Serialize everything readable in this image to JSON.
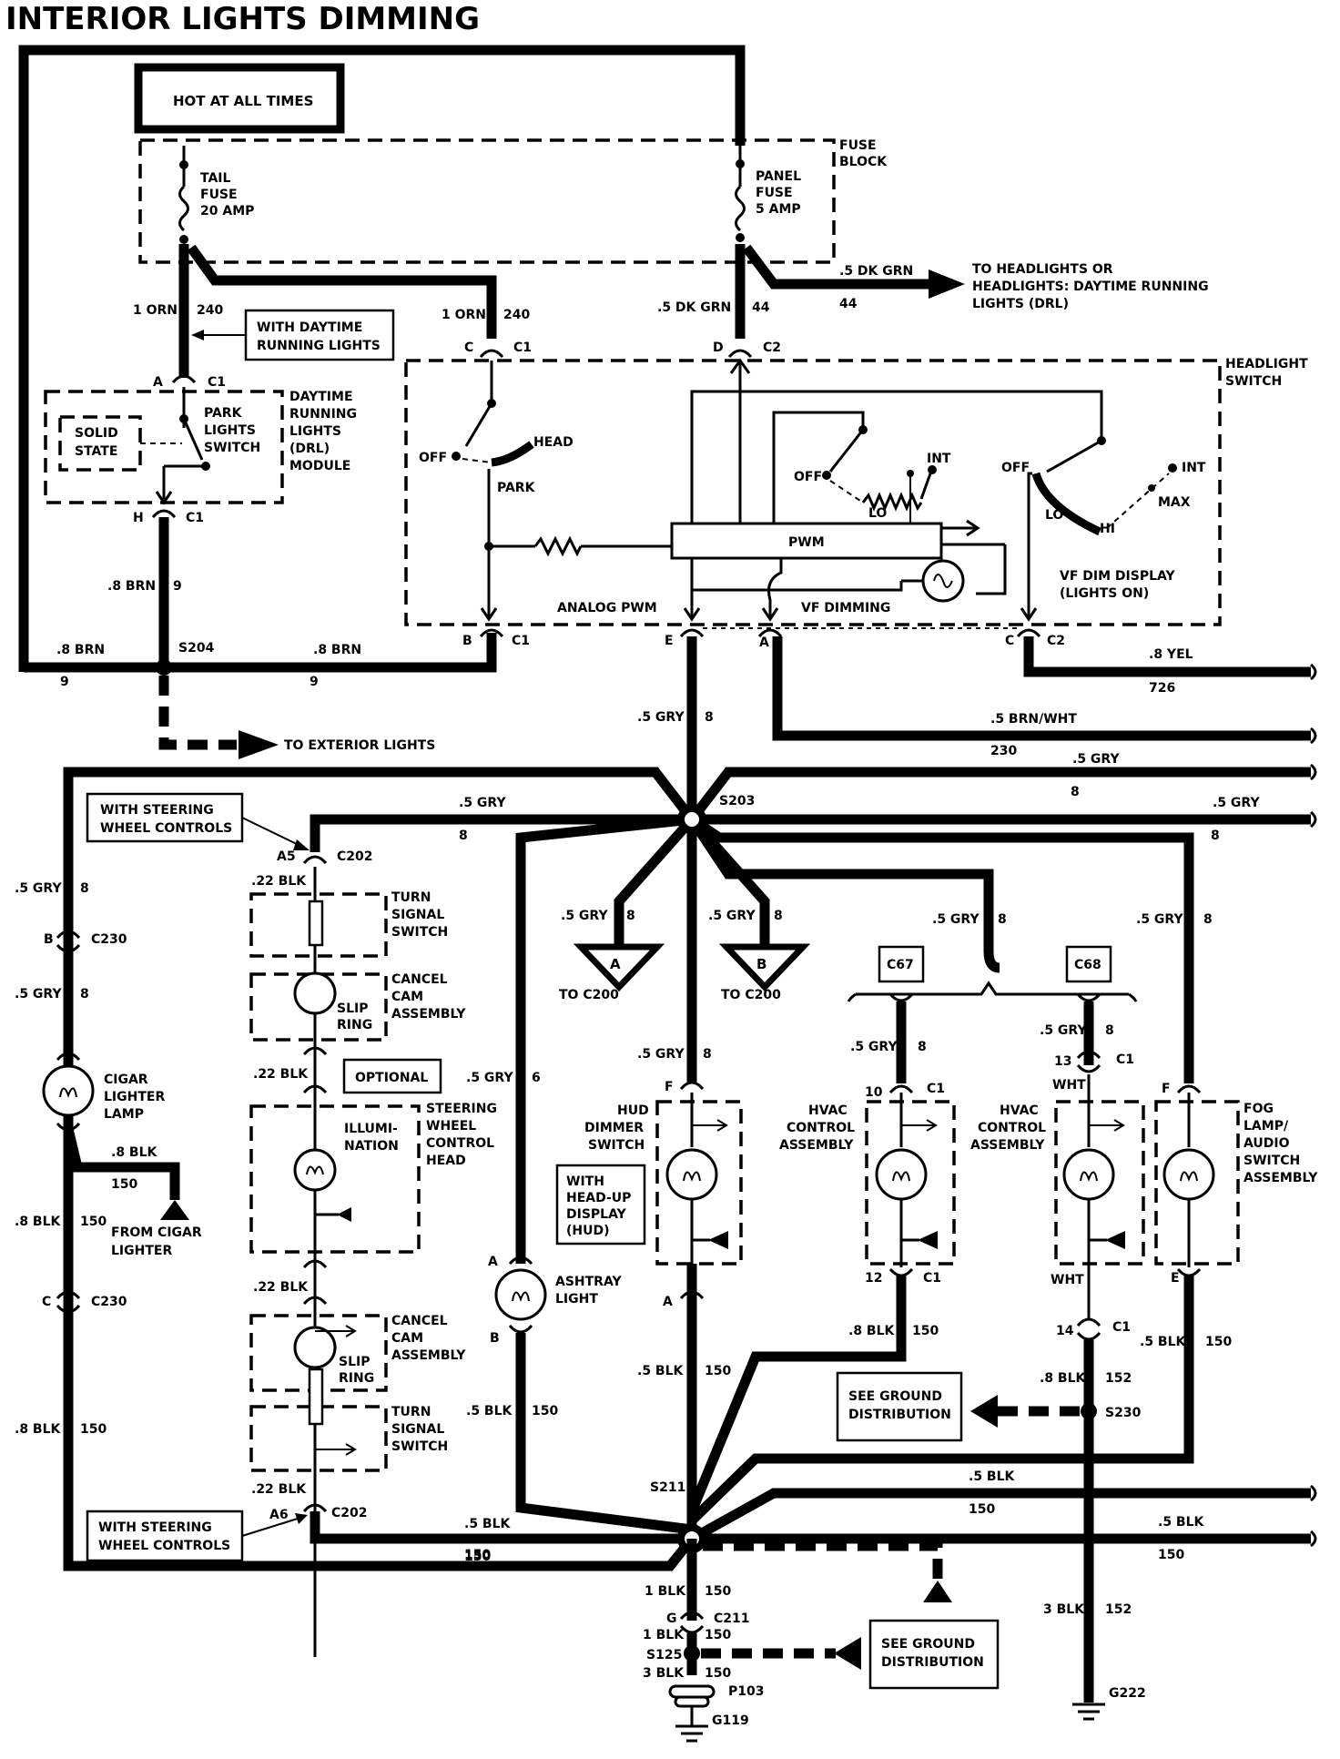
{
  "title": "INTERIOR LIGHTS DIMMING",
  "labels": {
    "hot_at_all_times": "HOT AT ALL TIMES",
    "fuse_block_1": "FUSE",
    "fuse_block_2": "BLOCK",
    "tail_fuse_1": "TAIL",
    "tail_fuse_2": "FUSE",
    "tail_fuse_3": "20 AMP",
    "panel_fuse_1": "PANEL",
    "panel_fuse_2": "FUSE",
    "panel_fuse_3": "5 AMP",
    "w_1orn_a": "1 ORN",
    "w_240_a": "240",
    "w_1orn_b": "1 ORN",
    "w_240_b": "240",
    "w_5dkgrn_a": ".5 DK GRN",
    "w_44_a": "44",
    "w_5dkgrn_b": ".5 DK GRN",
    "w_44_b": "44",
    "to_headlights_1": "TO HEADLIGHTS OR",
    "to_headlights_2": "HEADLIGHTS: DAYTIME RUNNING",
    "to_headlights_3": "LIGHTS (DRL)",
    "with_drl_1": "WITH DAYTIME",
    "with_drl_2": "RUNNING LIGHTS",
    "c_a": "C",
    "c1_a": "C1",
    "d_a": "D",
    "c2_a": "C2",
    "a_c1": "A",
    "c1_b": "C1",
    "headlight_switch_1": "HEADLIGHT",
    "headlight_switch_2": "SWITCH",
    "solid_1": "SOLID",
    "solid_2": "STATE",
    "park_sw_1": "PARK",
    "park_sw_2": "LIGHTS",
    "park_sw_3": "SWITCH",
    "drl_mod_1": "DAYTIME",
    "drl_mod_2": "RUNNING",
    "drl_mod_3": "LIGHTS",
    "drl_mod_4": "(DRL)",
    "drl_mod_5": "MODULE",
    "off_1": "OFF",
    "head": "HEAD",
    "park": "PARK",
    "off_2": "OFF",
    "int_1": "INT",
    "lo_1": "LO",
    "off_3": "OFF",
    "int_2": "INT",
    "max": "MAX",
    "lo_2": "LO",
    "hi": "HI",
    "pwm": "PWM",
    "vf_dim_1": "VF DIM DISPLAY",
    "vf_dim_2": "(LIGHTS ON)",
    "analog_pwm": "ANALOG PWM",
    "vf_dimming": "VF DIMMING",
    "h_c1": "H",
    "c1_c": "C1",
    "w_8brn_a": ".8 BRN",
    "w_9_a": "9",
    "w_8brn_b": ".8 BRN",
    "s204": "S204",
    "w_8brn_c": ".8 BRN",
    "w_9_b": "9",
    "w_9_c": "9",
    "b_c1": "B",
    "c1_d": "C1",
    "e_c1": "E",
    "a_c1b": "A",
    "c_c2": "C",
    "c2_b": "C2",
    "w_8yel": ".8 YEL",
    "w_726": "726",
    "to_exterior": "TO EXTERIOR LIGHTS",
    "w_5gry_a": ".5 GRY",
    "w_8_a": "8",
    "w_5brnwht": ".5 BRN/WHT",
    "w_230": "230",
    "w_5gry_b": ".5 GRY",
    "w_8_b": "8",
    "s203": "S203",
    "w_5gry_c": ".5 GRY",
    "w_8_c": "8",
    "w_5gry_d": ".5 GRY",
    "w_8_d": "8",
    "with_swc_1a": "WITH STEERING",
    "with_swc_1b": "WHEEL CONTROLS",
    "a5": "A5",
    "c202_a": "C202",
    "w_22blk_a": ".22 BLK",
    "turn_sig_1a": "TURN",
    "turn_sig_1b": "SIGNAL",
    "turn_sig_1c": "SWITCH",
    "cancel_cam_1a": "CANCEL",
    "cancel_cam_1b": "CAM",
    "cancel_cam_1c": "ASSEMBLY",
    "slip_1a": "SLIP",
    "slip_1b": "RING",
    "w_22blk_b": ".22 BLK",
    "optional": "OPTIONAL",
    "illum_1": "ILLUMI-",
    "illum_2": "NATION",
    "swc_head_1": "STEERING",
    "swc_head_2": "WHEEL",
    "swc_head_3": "CONTROL",
    "swc_head_4": "HEAD",
    "w_22blk_c": ".22 BLK",
    "cancel_cam_2a": "CANCEL",
    "cancel_cam_2b": "CAM",
    "cancel_cam_2c": "ASSEMBLY",
    "slip_2a": "SLIP",
    "slip_2b": "RING",
    "turn_sig_2a": "TURN",
    "turn_sig_2b": "SIGNAL",
    "turn_sig_2c": "SWITCH",
    "w_22blk_d": ".22 BLK",
    "a6": "A6",
    "c202_b": "C202",
    "with_swc_2a": "WITH STEERING",
    "with_swc_2b": "WHEEL CONTROLS",
    "w_5gry_e": ".5 GRY",
    "w_8_e": "8",
    "b_c230": "B",
    "c230_a": "C230",
    "w_5gry_f": ".5 GRY",
    "w_8_f": "8",
    "cigar_1": "CIGAR",
    "cigar_2": "LIGHTER",
    "cigar_3": "LAMP",
    "w_8blk_a": ".8 BLK",
    "w_150_a": "150",
    "from_cigar_1": "FROM CIGAR",
    "from_cigar_2": "LIGHTER",
    "w_8blk_b": ".8 BLK",
    "w_150_b": "150",
    "c_c230": "C",
    "c230_b": "C230",
    "w_8blk_c": ".8 BLK",
    "w_150_c": "150",
    "w_5gry_g": ".5 GRY",
    "w_8_g": "8",
    "a_label": "A",
    "to_c200_a": "TO C200",
    "w_5gry_h": ".5 GRY",
    "w_8_h": "8",
    "b_label": "B",
    "to_c200_b": "TO C200",
    "w_5gry_i": ".5 GRY",
    "w_8_i": "8",
    "c67": "C67",
    "c68": "C68",
    "w_5gry_j": ".5 GRY",
    "w_8_j": "8",
    "w_5gry_k": ".5 GRY",
    "w_8_k": "8",
    "w_5gry_l": ".5 GRY",
    "w_8_l": "8",
    "w_5gry_m": ".5 GRY",
    "w_8_m": "8",
    "f_hud": "F",
    "hud_1": "HUD",
    "hud_2": "DIMMER",
    "hud_3": "SWITCH",
    "with_hud_1": "WITH",
    "with_hud_2": "HEAD-UP",
    "with_hud_3": "DISPLAY",
    "with_hud_4": "(HUD)",
    "a_hud": "A",
    "n10": "10",
    "c1_hvac1": "C1",
    "hvac1_1": "HVAC",
    "hvac1_2": "CONTROL",
    "hvac1_3": "ASSEMBLY",
    "n12": "12",
    "c1_hvac1b": "C1",
    "n13": "13",
    "c1_hvac2": "C1",
    "wht_a": "WHT",
    "hvac2_1": "HVAC",
    "hvac2_2": "CONTROL",
    "hvac2_3": "ASSEMBLY",
    "wht_b": "WHT",
    "f_fog": "F",
    "fog_1": "FOG",
    "fog_2": "LAMP/",
    "fog_3": "AUDIO",
    "fog_4": "SWITCH",
    "fog_5": "ASSEMBLY",
    "e_fog": "E",
    "w_5gry_n": ".5 GRY",
    "w_6": "6",
    "a_ash": "A",
    "ashtray_1": "ASHTRAY",
    "ashtray_2": "LIGHT",
    "b_ash": "B",
    "w_5blk_a": ".5 BLK",
    "w_150_d": "150",
    "w_5blk_b": ".5 BLK",
    "w_150_e": "150",
    "w_8blk_d": ".8 BLK",
    "w_150_f": "150",
    "n14": "14",
    "c1_e": "C1",
    "w_5blk_c": ".5 BLK",
    "w_150_g": "150",
    "w_8blk_e": ".8 BLK",
    "w_152_a": "152",
    "see_gnd_1a": "SEE GROUND",
    "see_gnd_1b": "DISTRIBUTION",
    "s230": "S230",
    "s211": "S211",
    "w_5blk_d": ".5 BLK",
    "w_150_h": "150",
    "w_5blk_e": ".5 BLK",
    "w_150_i": "150",
    "w_5blk_f": ".5 BLK",
    "w_150_j": "150",
    "w_1blk_a": "1 BLK",
    "w_150_k": "150",
    "g_c211": "G",
    "c211": "C211",
    "w_1blk_b": "1 BLK",
    "w_150_l": "150",
    "s125": "S125",
    "w_3blk_a": "3 BLK",
    "w_150_m": "150",
    "p103": "P103",
    "g119": "G119",
    "see_gnd_2a": "SEE GROUND",
    "see_gnd_2b": "DISTRIBUTION",
    "w_3blk_b": "3 BLK",
    "w_152_b": "152",
    "g222": "G222"
  }
}
